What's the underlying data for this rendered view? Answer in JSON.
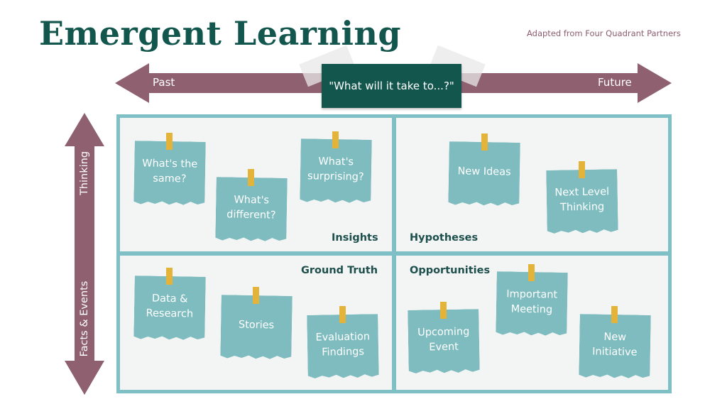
{
  "title": "Emergent Learning",
  "attribution": "Adapted from Four Quadrant Partners",
  "axes": {
    "horizontal": {
      "left_label": "Past",
      "right_label": "Future"
    },
    "vertical": {
      "top_label": "Thinking",
      "bottom_label": "Facts & Events"
    }
  },
  "center_question": "\"What will it take to...?\"",
  "quadrants": {
    "top_left": {
      "label": "Insights"
    },
    "top_right": {
      "label": "Hypotheses"
    },
    "bottom_left": {
      "label": "Ground Truth"
    },
    "bottom_right": {
      "label": "Opportunities"
    }
  },
  "notes": {
    "whats_the_same": "What's the same?",
    "whats_different": "What's different?",
    "whats_surprising": "What's surprising?",
    "new_ideas": "New Ideas",
    "next_level_thinking": "Next Level Thinking",
    "data_research": "Data & Research",
    "stories": "Stories",
    "evaluation_findings": "Evaluation Findings",
    "upcoming_event": "Upcoming Event",
    "important_meeting": "Important Meeting",
    "new_initiative": "New Initiative"
  },
  "colors": {
    "title": "#13564d",
    "arrow": "#8f6170",
    "center_box": "#13564d",
    "grid": "#7ec0c5",
    "note": "#7ebcbf",
    "tape": "#e3b33a"
  }
}
